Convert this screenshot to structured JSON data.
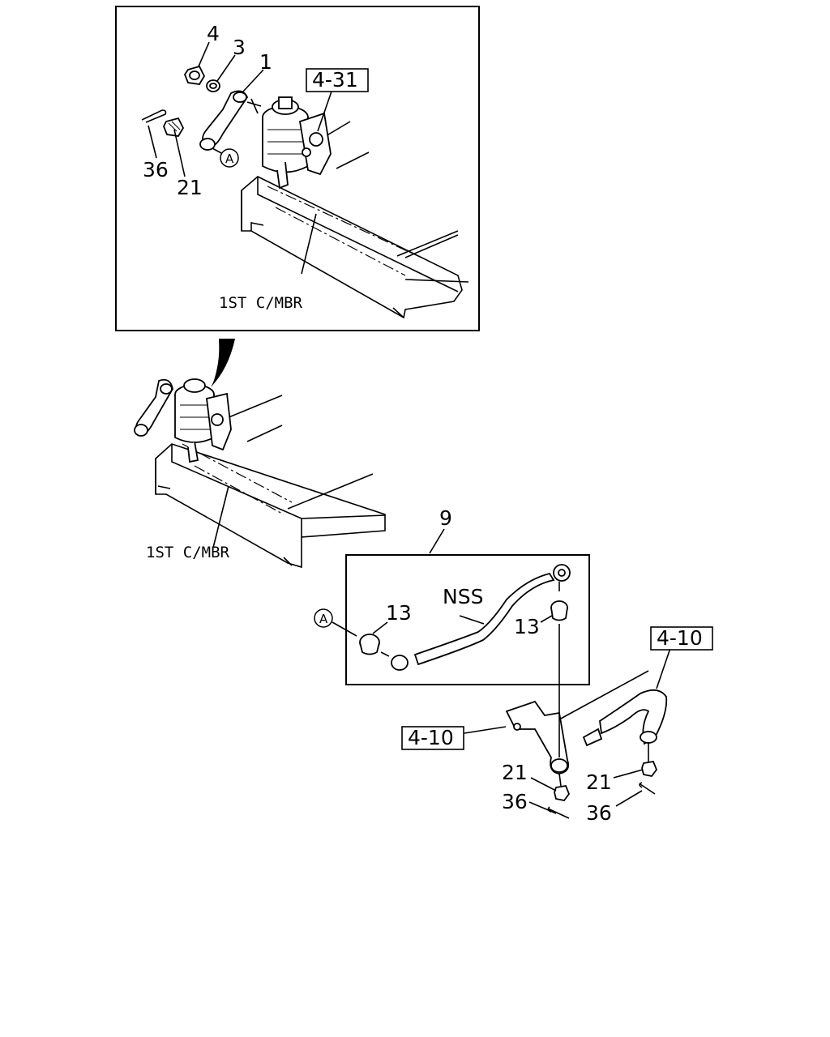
{
  "callouts": {
    "c_4": "4",
    "c_3": "3",
    "c_1": "1",
    "c_36_top": "36",
    "c_21_top": "21",
    "c_A_top": "A",
    "ref_4_31": "4-31",
    "member_top": "1ST C/MBR",
    "member_mid": "1ST C/MBR",
    "c_9": "9",
    "c_nss": "NSS",
    "c_13_left": "13",
    "c_13_right": "13",
    "c_A_bottom": "A",
    "ref_4_10_left": "4-10",
    "ref_4_10_right": "4-10",
    "c_21_left": "21",
    "c_21_right": "21",
    "c_36_left": "36",
    "c_36_right": "36"
  }
}
